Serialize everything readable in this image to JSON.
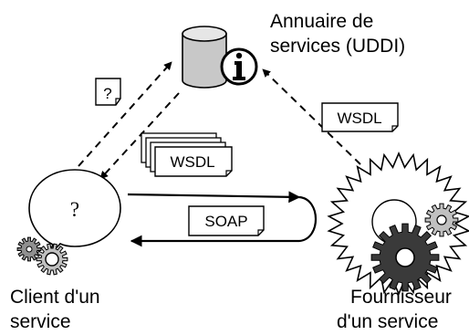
{
  "registry": {
    "label_line1": "Annuaire de",
    "label_line2": "services (UDDI)",
    "icon": "info-icon"
  },
  "client": {
    "label_line1": "Client d'un",
    "label_line2": "service",
    "bubble_text": "?"
  },
  "provider": {
    "label_line1": "Fournisseur",
    "label_line2": "d'un service"
  },
  "messages": {
    "query_doc": "?",
    "wsdl_to_client": "WSDL",
    "wsdl_from_provider": "WSDL",
    "soap": "SOAP"
  },
  "colors": {
    "stroke": "#000000",
    "database_fill": "#c8c8c8",
    "gear_light": "#c0c0c0",
    "gear_dark": "#3a3a3a"
  },
  "icons": [
    "database-icon",
    "info-icon",
    "gear-icon",
    "document-icon"
  ]
}
